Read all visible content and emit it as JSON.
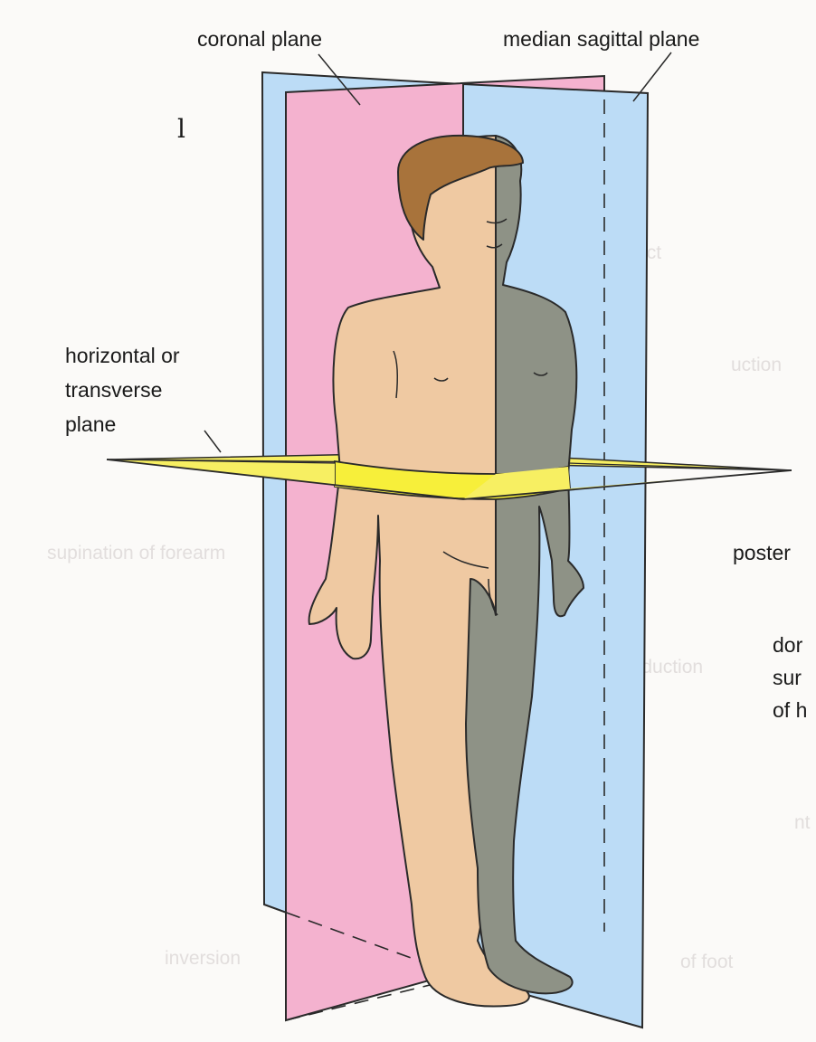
{
  "labels": {
    "coronal_plane": "coronal plane",
    "median_sagittal_plane": "median sagittal plane",
    "horizontal_line1": "horizontal or",
    "horizontal_line2": "transverse",
    "horizontal_line3": "plane",
    "margin_mark": "l",
    "partial_1": "poster",
    "partial_2": "dor",
    "partial_3": "sur",
    "partial_4": "of h"
  },
  "background_text": {
    "t1": "abduct",
    "t2": "uction",
    "t3": "supination of forearm",
    "t4": "adduction",
    "t5": "inversion",
    "t6": "of foot",
    "t7": "nt"
  },
  "colors": {
    "coronal_plane": "#f4b2cf",
    "sagittal_plane": "#bcdcf6",
    "transverse_plane": "#f7ef62",
    "skin": "#efc9a2",
    "shadow_side": "#8e9286",
    "hair": "#a8733b",
    "outline": "#2a2a2a"
  }
}
